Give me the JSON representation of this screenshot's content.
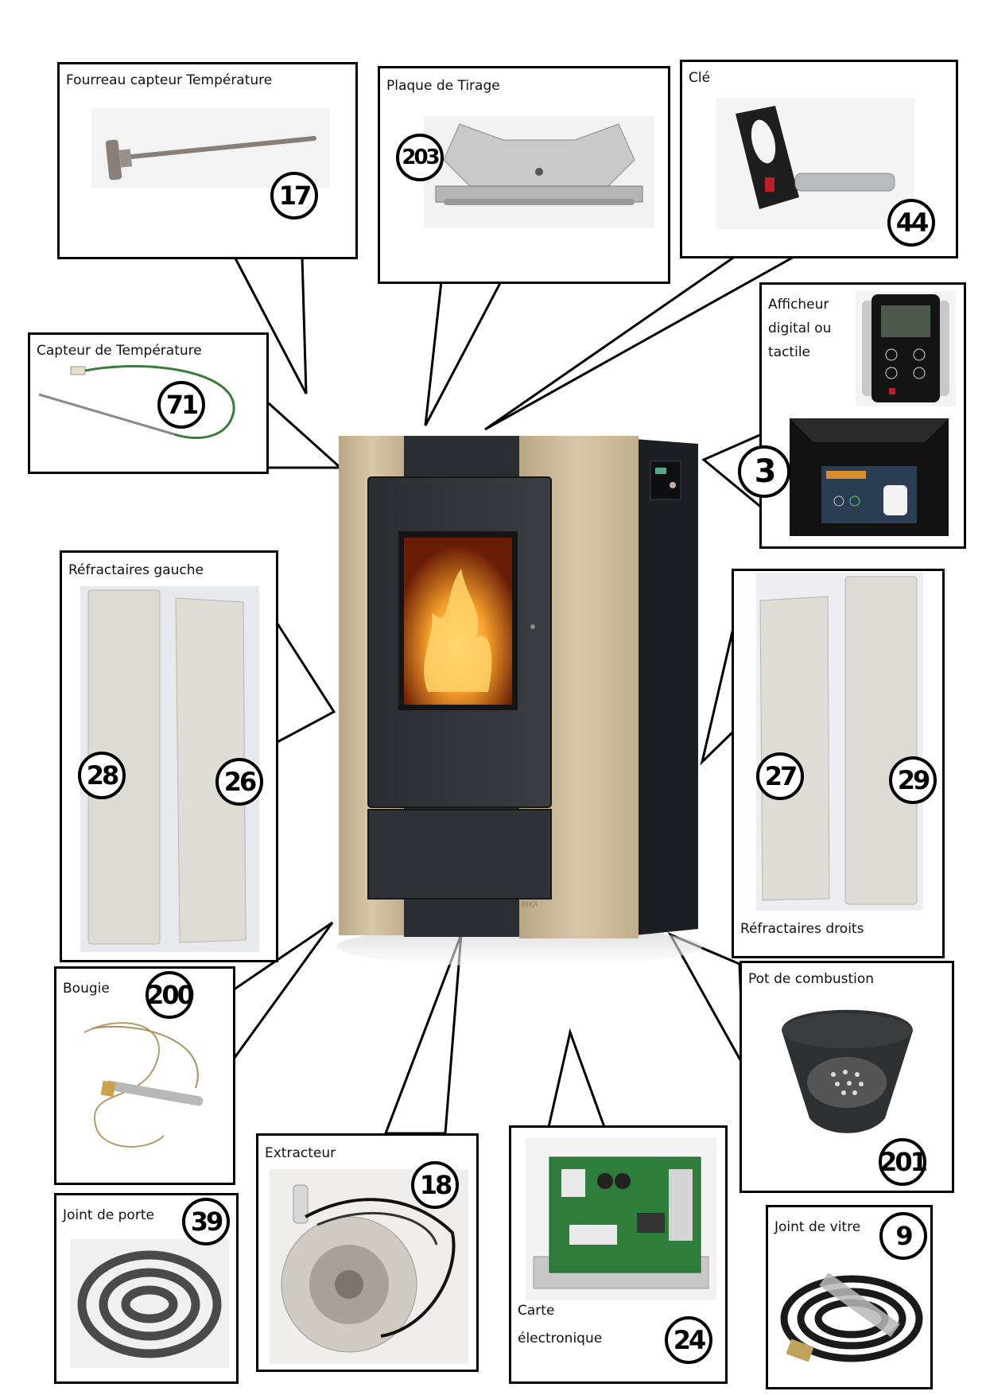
{
  "stove": {
    "logo": "RIKA"
  },
  "parts": [
    {
      "key": "fourreau",
      "label": "Fourreau capteur Température",
      "number": "17"
    },
    {
      "key": "plaque",
      "label": "Plaque de Tirage",
      "number": "203"
    },
    {
      "key": "cle",
      "label": "Clé",
      "number": "44"
    },
    {
      "key": "afficheur",
      "label": "Afficheur digital ou tactile",
      "label_lines": [
        "Afficheur",
        "digital ou",
        "tactile"
      ],
      "number": "3"
    },
    {
      "key": "capteur",
      "label": "Capteur de Température",
      "number": "71"
    },
    {
      "key": "refr_gauche",
      "label": "Réfractaires gauche",
      "numbers": [
        "28",
        "26"
      ]
    },
    {
      "key": "refr_droits",
      "label": "Réfractaires droits",
      "numbers": [
        "27",
        "29"
      ]
    },
    {
      "key": "bougie",
      "label": "Bougie",
      "number": "200"
    },
    {
      "key": "pot",
      "label": "Pot de combustion",
      "number": "201"
    },
    {
      "key": "joint_porte",
      "label": "Joint de porte",
      "number": "39"
    },
    {
      "key": "extracteur",
      "label": "Extracteur",
      "number": "18"
    },
    {
      "key": "carte",
      "label": "Carte électronique",
      "label_lines": [
        "Carte",
        "électronique"
      ],
      "number": "24"
    },
    {
      "key": "joint_vitre",
      "label": "Joint de vitre",
      "number": "9"
    }
  ],
  "colors": {
    "frame": "#000000",
    "stove_side": "#cdb99a",
    "stove_body": "#23262b",
    "flame": "#f28a1a"
  }
}
